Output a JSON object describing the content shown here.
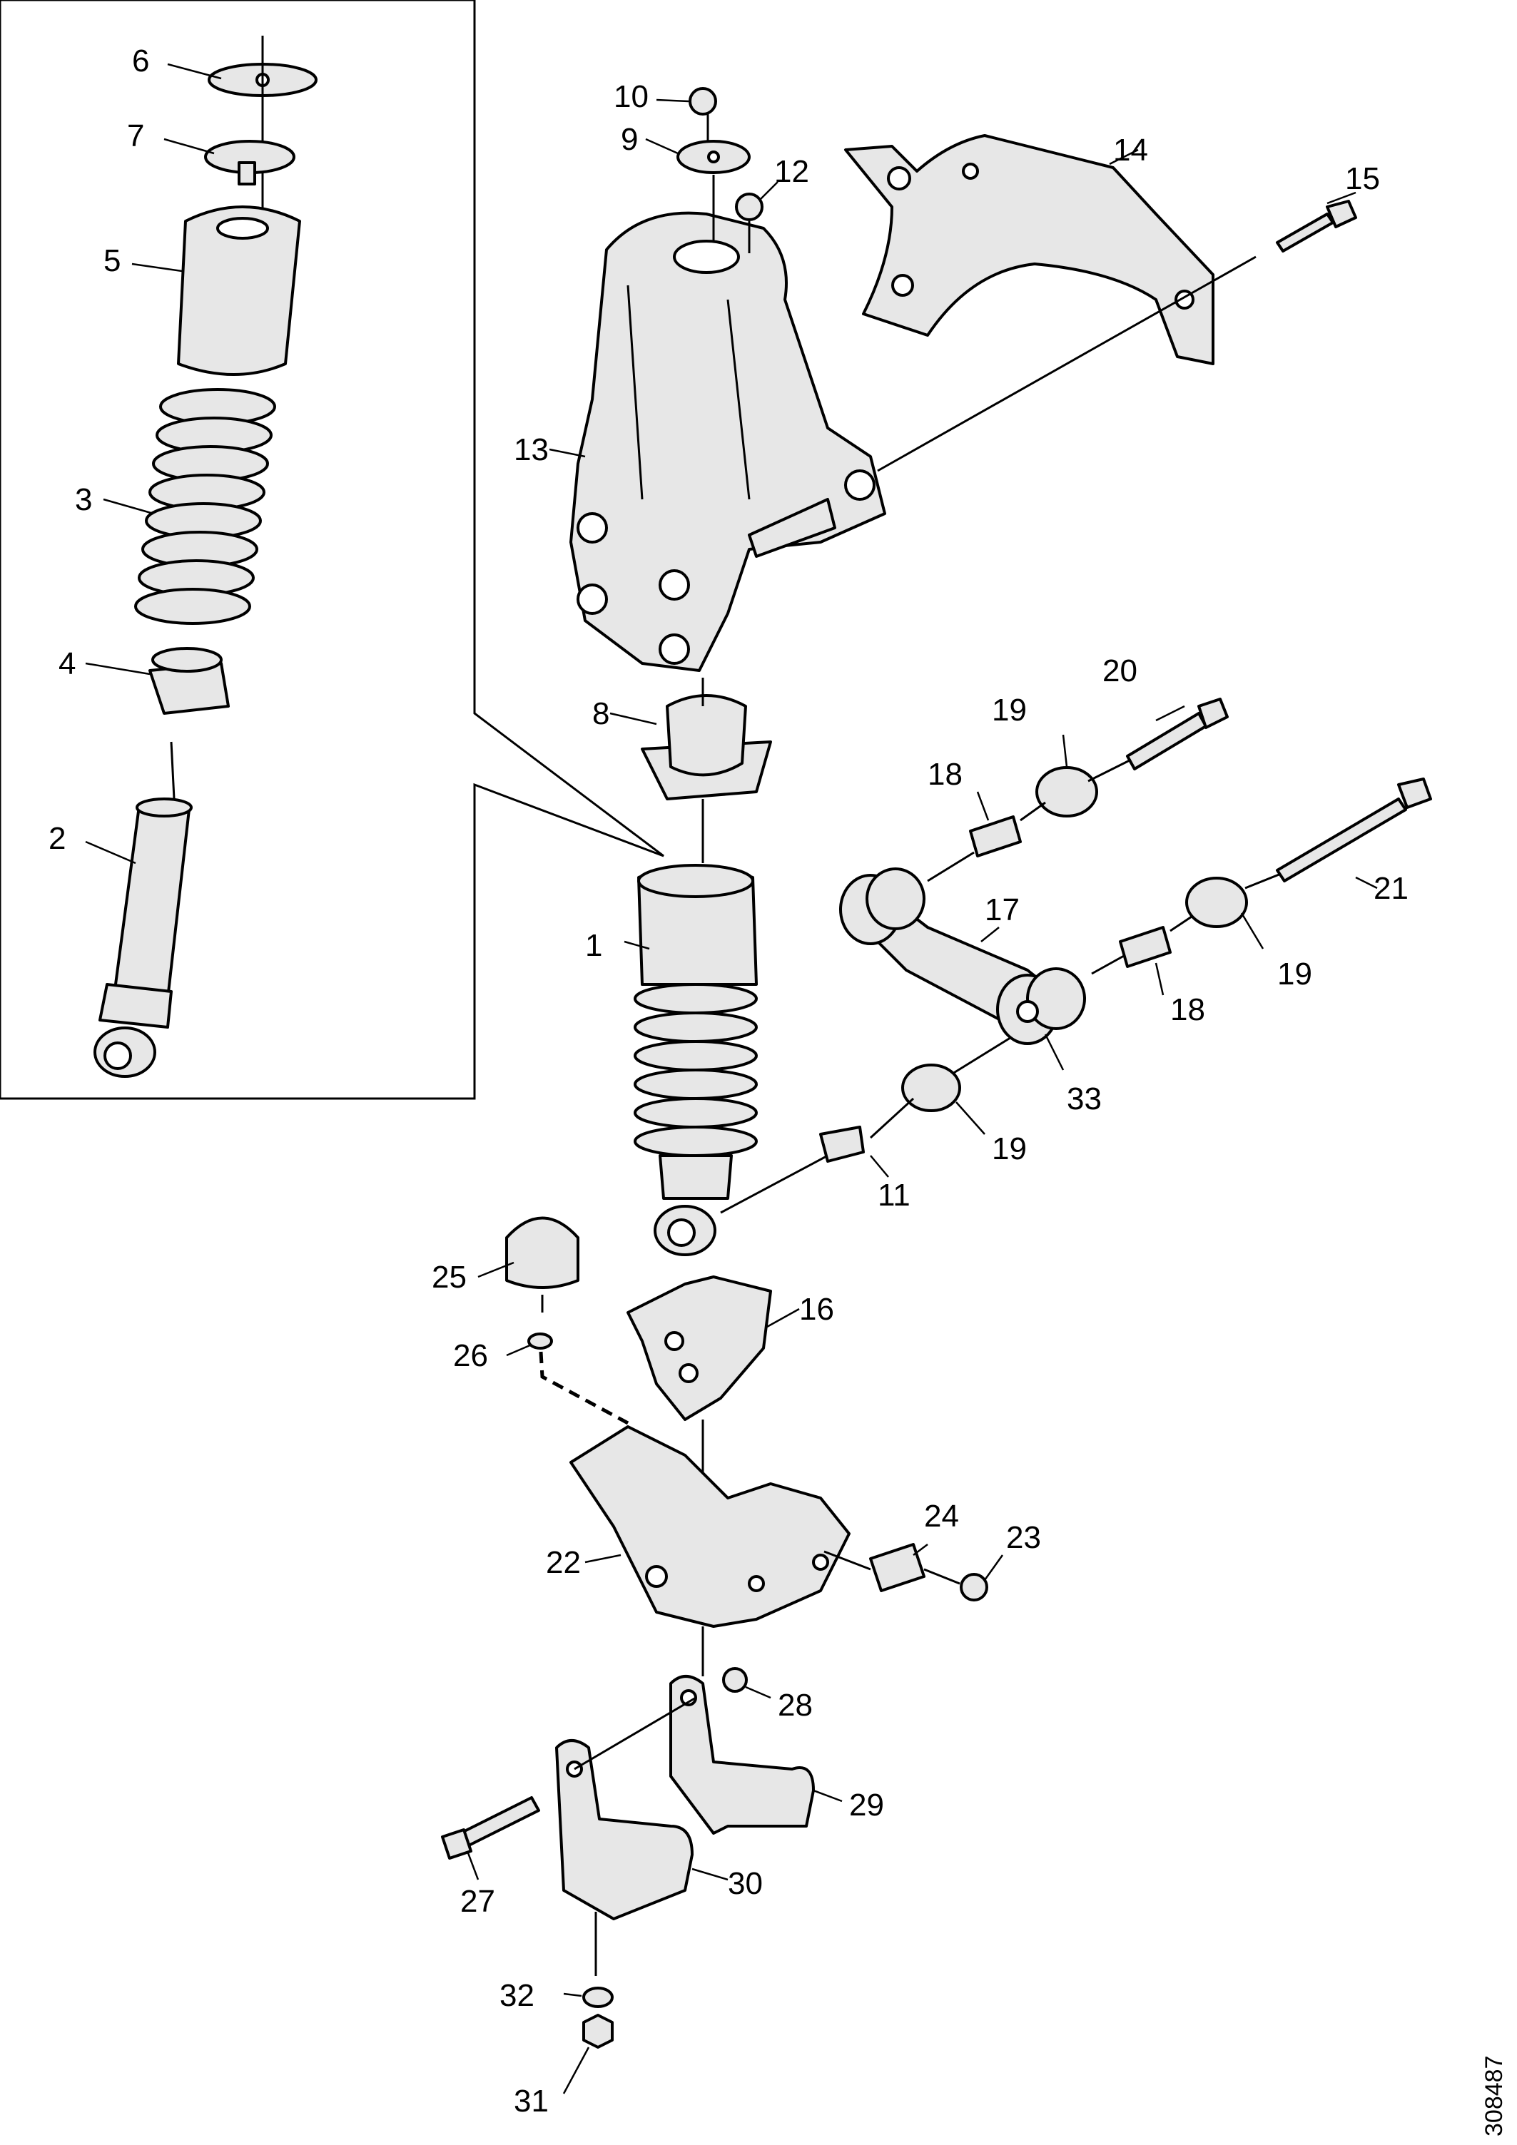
{
  "callouts": {
    "c1": "1",
    "c2": "2",
    "c3": "3",
    "c4": "4",
    "c5": "5",
    "c6": "6",
    "c7": "7",
    "c8": "8",
    "c9": "9",
    "c10": "10",
    "c11": "11",
    "c12": "12",
    "c13": "13",
    "c14": "14",
    "c15": "15",
    "c16": "16",
    "c17": "17",
    "c18a": "18",
    "c18b": "18",
    "c19a": "19",
    "c19b": "19",
    "c19c": "19",
    "c20": "20",
    "c21": "21",
    "c22": "22",
    "c23": "23",
    "c24": "24",
    "c25": "25",
    "c26": "26",
    "c27": "27",
    "c28": "28",
    "c29": "29",
    "c30": "30",
    "c31": "31",
    "c32": "32",
    "c33": "33"
  },
  "reference_number": "308487"
}
